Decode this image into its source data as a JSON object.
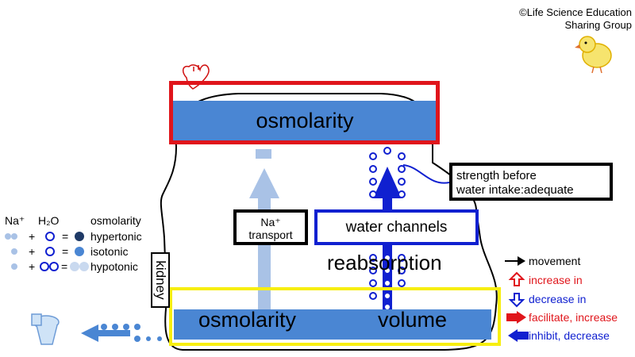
{
  "copyright": {
    "line1": "©Life Science Education",
    "line2": "Sharing Group"
  },
  "top_compartment": {
    "label": "osmolarity"
  },
  "bottom_compartment": {
    "label_left": "osmolarity",
    "label_right": "volume"
  },
  "na_transport": {
    "line1": "Na⁺",
    "line2": "transport"
  },
  "water_channels": {
    "label": "water channels"
  },
  "reabsorption": {
    "label": "reabsorption"
  },
  "strength_box": {
    "line1": "strength before",
    "line2": "water intake:adequate"
  },
  "kidney": {
    "label": "kidney"
  },
  "legend": {
    "header_na": "Na⁺",
    "header_h2o": "H₂O",
    "header_osm": "osmolarity",
    "row1": "hypertonic",
    "row2": "isotonic",
    "row3": "hypotonic",
    "plus": "+",
    "eq": "="
  },
  "arrow_legend": {
    "movement": "movement",
    "increase": "increase in",
    "decrease": "decrease in",
    "facilitate": "facilitate, increase",
    "inhibit": "inhibit, decrease"
  },
  "colors": {
    "blue": "#4a86d3",
    "red": "#e0151b",
    "dark_blue": "#1020d0",
    "yellow": "#f7ee0f"
  }
}
